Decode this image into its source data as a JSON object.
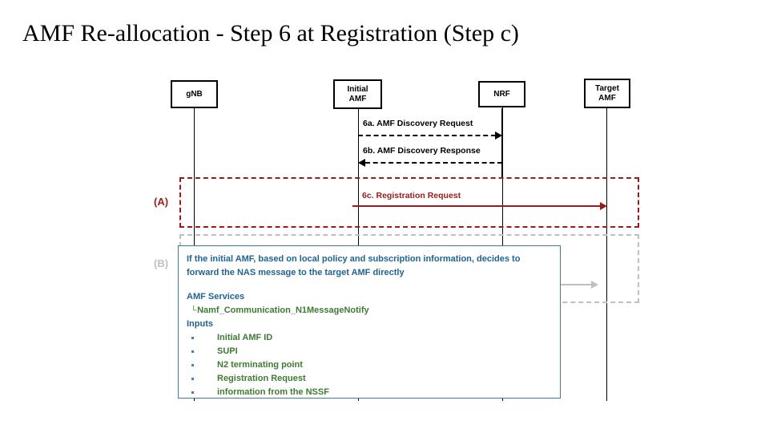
{
  "slide": {
    "title": "AMF Re-allocation - Step 6 at Registration (Step c)"
  },
  "colors": {
    "red": "#9C1A1A",
    "gray": "#BFBFBF",
    "blue_text": "#1F6391",
    "green_text": "#3E7B32",
    "callout_border": "#3C7A9E",
    "black": "#000000"
  },
  "actors": [
    {
      "id": "gnb",
      "line1": "gNB",
      "line2": ""
    },
    {
      "id": "initialamf",
      "line1": "Initial",
      "line2": "AMF"
    },
    {
      "id": "nrf",
      "line1": "NRF",
      "line2": ""
    },
    {
      "id": "targetamf",
      "line1": "Target",
      "line2": "AMF"
    }
  ],
  "messages": [
    {
      "id": "6a",
      "label": "6a. AMF Discovery Request",
      "from": "initialamf",
      "to": "nrf",
      "style": "dashed",
      "color": "#000000"
    },
    {
      "id": "6b",
      "label": "6b. AMF Discovery Response",
      "from": "nrf",
      "to": "initialamf",
      "style": "dashed",
      "color": "#000000"
    },
    {
      "id": "6c",
      "label": "6c. Registration Request",
      "from": "initialamf",
      "to": "targetamf",
      "style": "solid",
      "color": "#9C1A1A"
    }
  ],
  "groups": [
    {
      "id": "a",
      "tag": "(A)",
      "color": "red"
    },
    {
      "id": "b",
      "tag": "(B)",
      "color": "gray"
    }
  ],
  "callout": {
    "headline": "If the initial AMF, based on local policy and subscription information, decides to forward the NAS message to the target AMF directly",
    "services_heading": "AMF Services",
    "service_corner": "└",
    "service_name": "Namf_Communication_N1MessageNotify",
    "inputs_heading": "Inputs",
    "inputs": [
      "Initial AMF ID",
      "SUPI",
      "N2 terminating point",
      "Registration Request",
      "information from the NSSF"
    ]
  }
}
